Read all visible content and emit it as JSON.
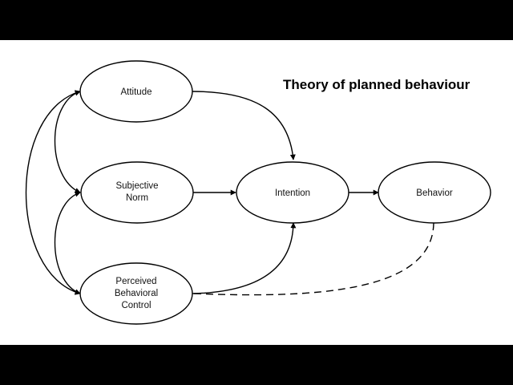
{
  "diagram": {
    "title": "Theory of planned behaviour",
    "nodes": {
      "attitude": {
        "lines": [
          "Attitude"
        ]
      },
      "subjective_norm": {
        "lines": [
          "Subjective",
          "Norm"
        ]
      },
      "perceived_behavioral_control": {
        "lines": [
          "Perceived",
          "Behavioral",
          "Control"
        ]
      },
      "intention": {
        "lines": [
          "Intention"
        ]
      },
      "behavior": {
        "lines": [
          "Behavior"
        ]
      }
    },
    "edges": [
      {
        "from": "attitude",
        "to": "intention",
        "style": "solid"
      },
      {
        "from": "subjective_norm",
        "to": "intention",
        "style": "solid"
      },
      {
        "from": "perceived_behavioral_control",
        "to": "intention",
        "style": "solid"
      },
      {
        "from": "intention",
        "to": "behavior",
        "style": "solid"
      },
      {
        "from": "perceived_behavioral_control",
        "to": "behavior",
        "style": "dashed"
      },
      {
        "from": "attitude",
        "to": "subjective_norm",
        "style": "solid",
        "bidirectional": true
      },
      {
        "from": "subjective_norm",
        "to": "perceived_behavioral_control",
        "style": "solid",
        "bidirectional": true
      },
      {
        "from": "attitude",
        "to": "perceived_behavioral_control",
        "style": "solid",
        "bidirectional": true
      }
    ],
    "colors": {
      "stroke": "#000000",
      "background": "#ffffff",
      "letterbox": "#000000"
    }
  }
}
